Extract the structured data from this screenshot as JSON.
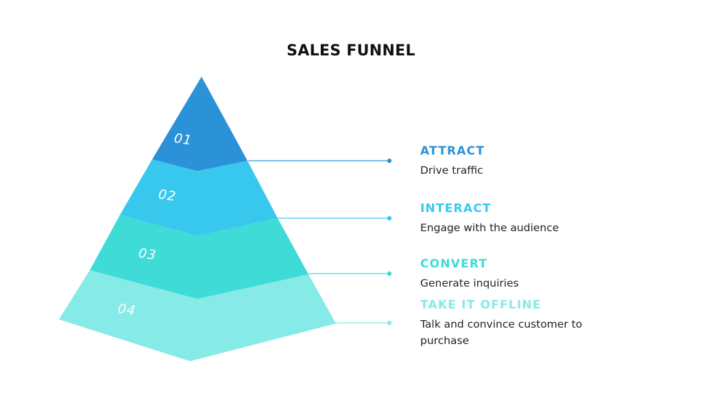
{
  "title": "SALES FUNNEL",
  "stages": [
    {
      "number": "01",
      "name": "ATTRACT",
      "description": "Drive traffic",
      "color": "#2b92d8"
    },
    {
      "number": "02",
      "name": "INTERACT",
      "description": "Engage with the audience",
      "color": "#38c8ee"
    },
    {
      "number": "03",
      "name": "CONVERT",
      "description": "Generate inquiries",
      "color": "#3fdbd7"
    },
    {
      "number": "04",
      "name": "TAKE IT OFFLINE",
      "description": "Talk and convince customer to purchase",
      "color": "#86eae7"
    }
  ]
}
